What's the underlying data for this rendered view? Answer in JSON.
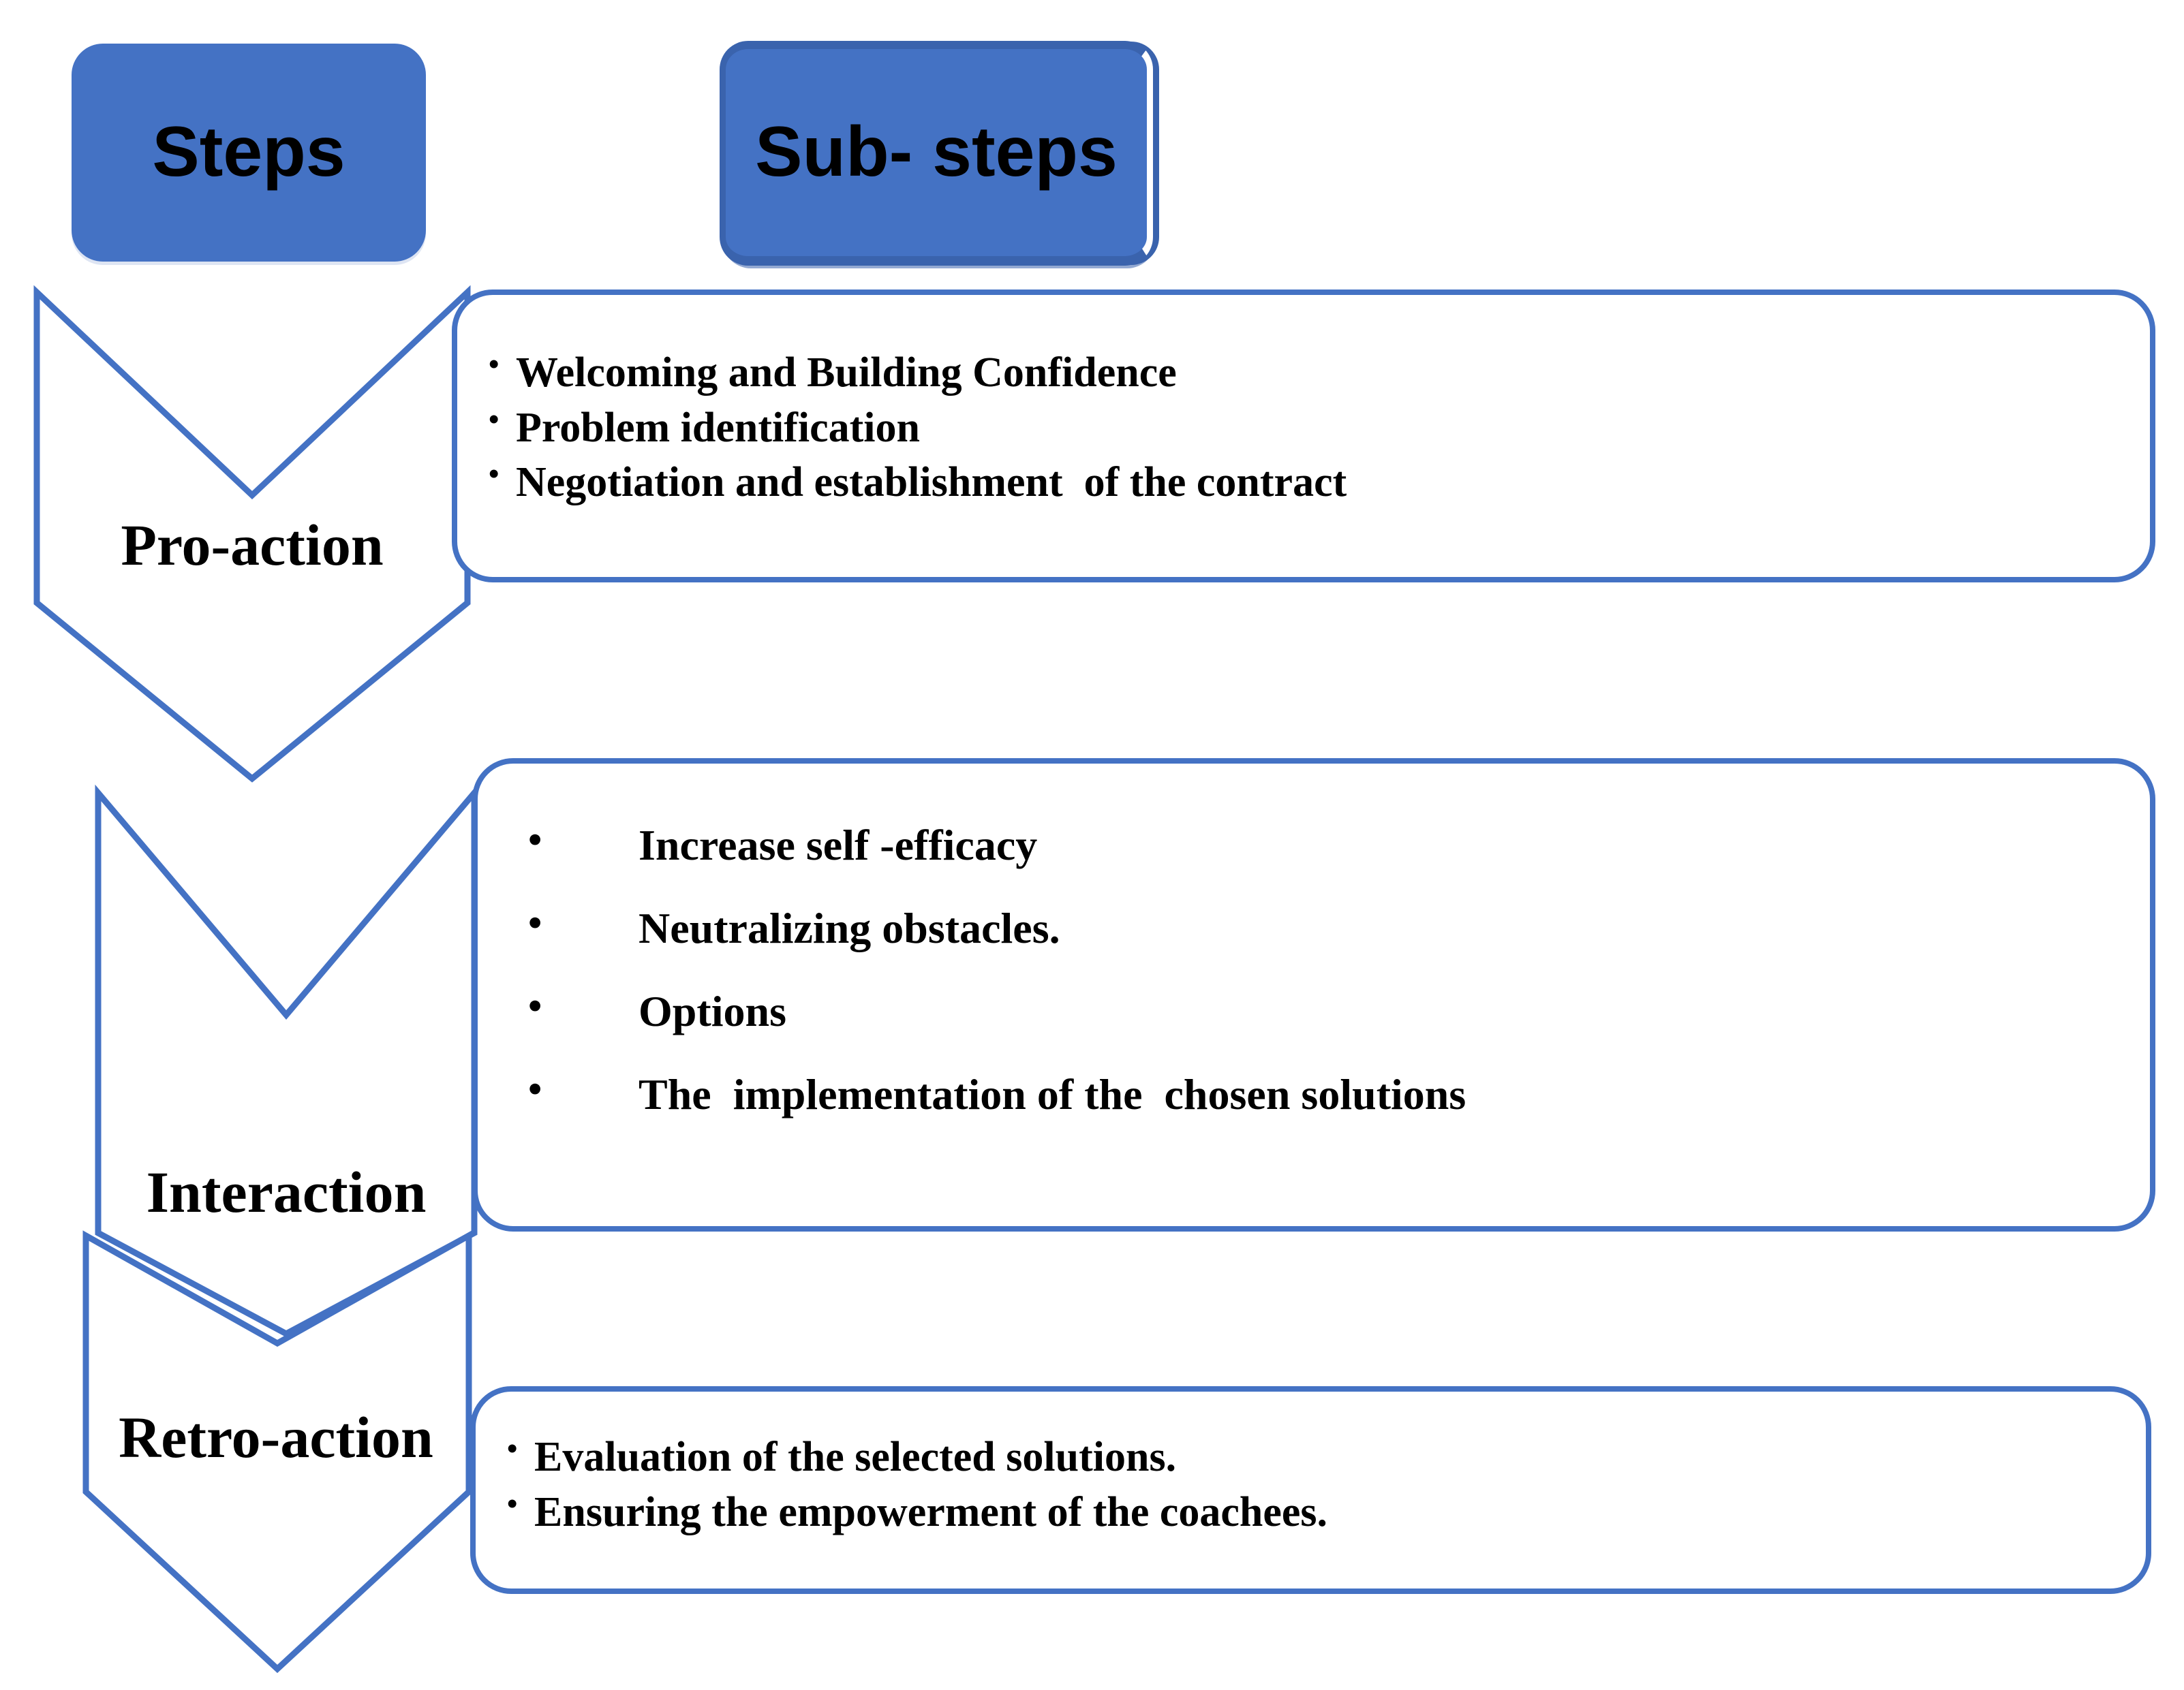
{
  "colors": {
    "accent_blue": "#4472C4",
    "pill_fill": "#4472C4",
    "pill_shadow": "#3a63ad",
    "text": "#000000",
    "background": "#ffffff"
  },
  "headers": {
    "steps_label": "Steps",
    "substeps_label": "Sub- steps"
  },
  "stages": [
    {
      "id": "pro-action",
      "label": "Pro-action",
      "bullets": [
        "Welcoming and Building Confidence",
        "Problem identification",
        "Negotiation and establishment  of the contract"
      ]
    },
    {
      "id": "interaction",
      "label": "Interaction",
      "bullets": [
        "Increase self -efficacy",
        "Neutralizing obstacles.",
        "Options",
        "The  implementation of the  chosen solutions"
      ]
    },
    {
      "id": "retro-action",
      "label": "Retro-action",
      "bullets": [
        "Evaluation of the selected solutions.",
        "Ensuring the empowerment of the coachees."
      ]
    }
  ]
}
